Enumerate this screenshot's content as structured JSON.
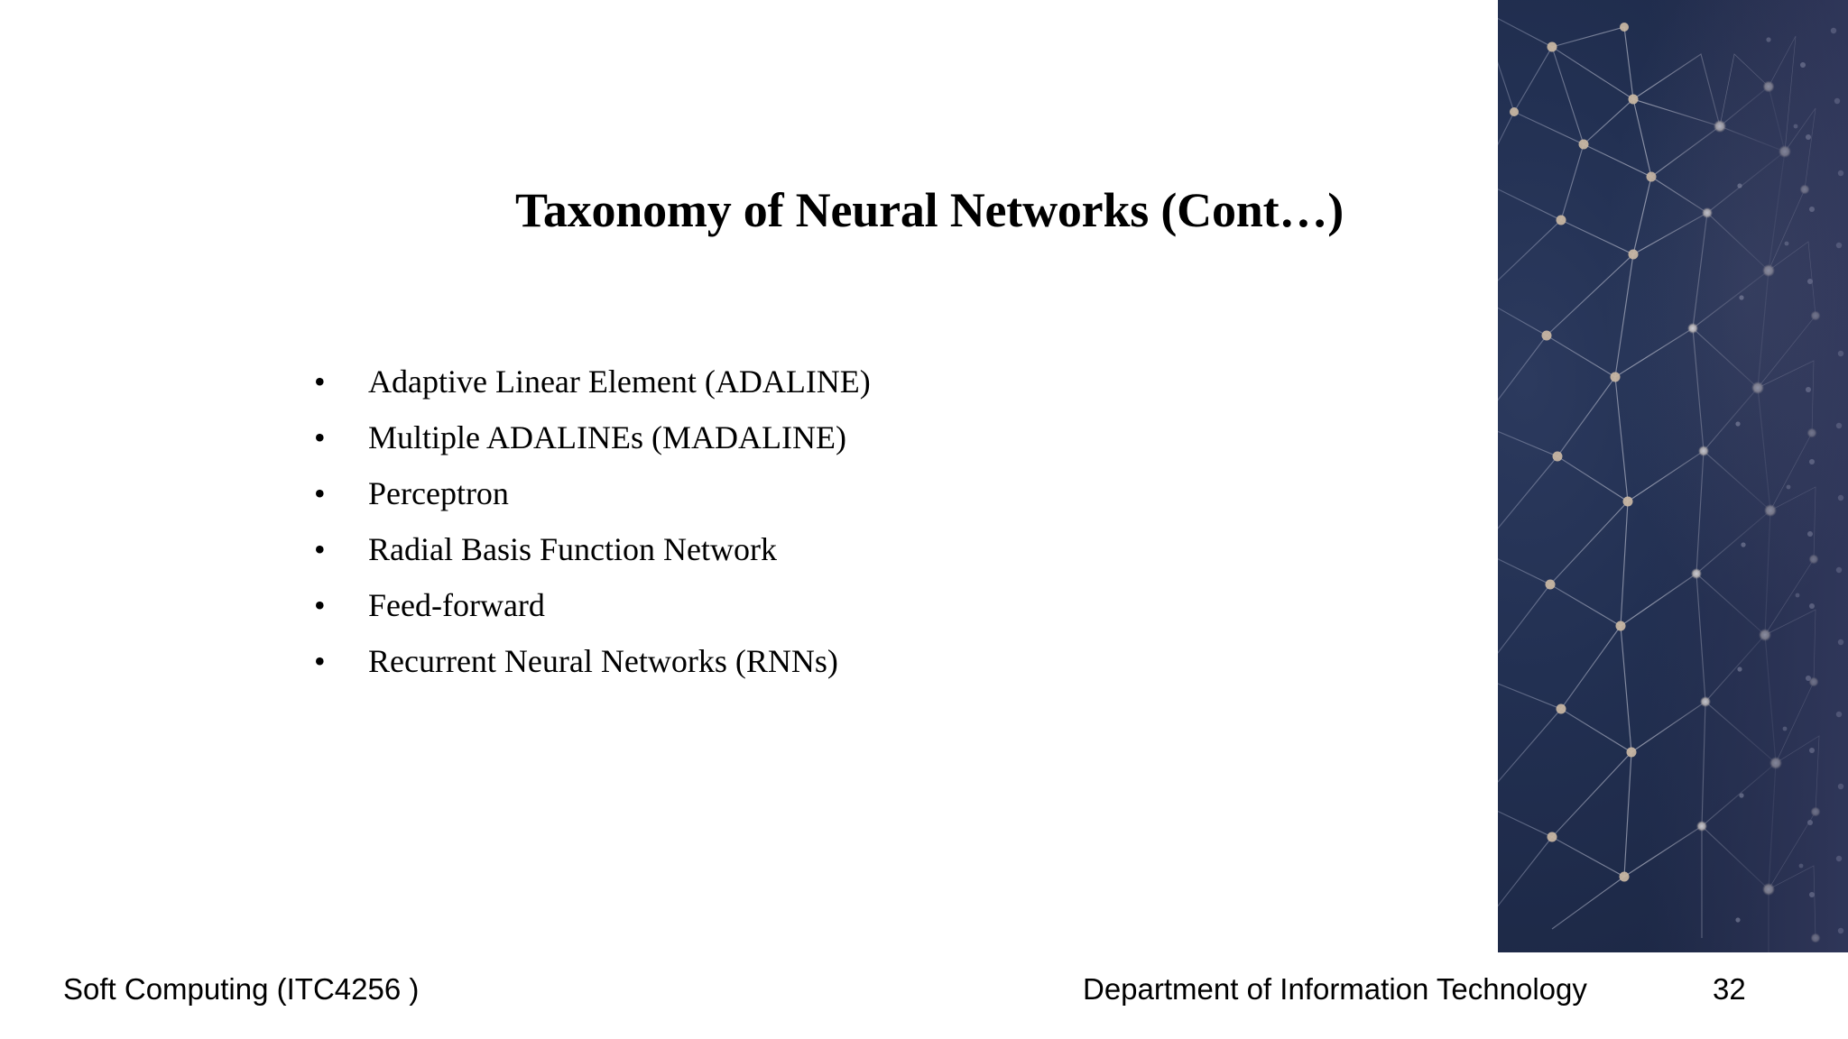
{
  "slide": {
    "title": "Taxonomy of Neural Networks (Cont…)",
    "bullet_marker": "•",
    "bullets": [
      {
        "text": "Adaptive Linear Element (ADALINE)"
      },
      {
        "text": "Multiple ADALINEs (MADALINE)"
      },
      {
        "text": "Perceptron"
      },
      {
        "text": "Radial Basis Function Network"
      },
      {
        "text": "Feed-forward"
      },
      {
        "text": "Recurrent Neural Networks (RNNs)"
      }
    ],
    "footer": {
      "left": "Soft Computing (ITC4256 )",
      "right": "Department of Information Technology",
      "page_number": "32"
    },
    "decoration": {
      "image_name": "neural-network-mesh-photo",
      "background_color": "#232f4f",
      "node_color": "#e8e4dd",
      "edge_color": "#9aa3bd",
      "slide_background": "#ffffff",
      "text_color": "#000000"
    }
  }
}
